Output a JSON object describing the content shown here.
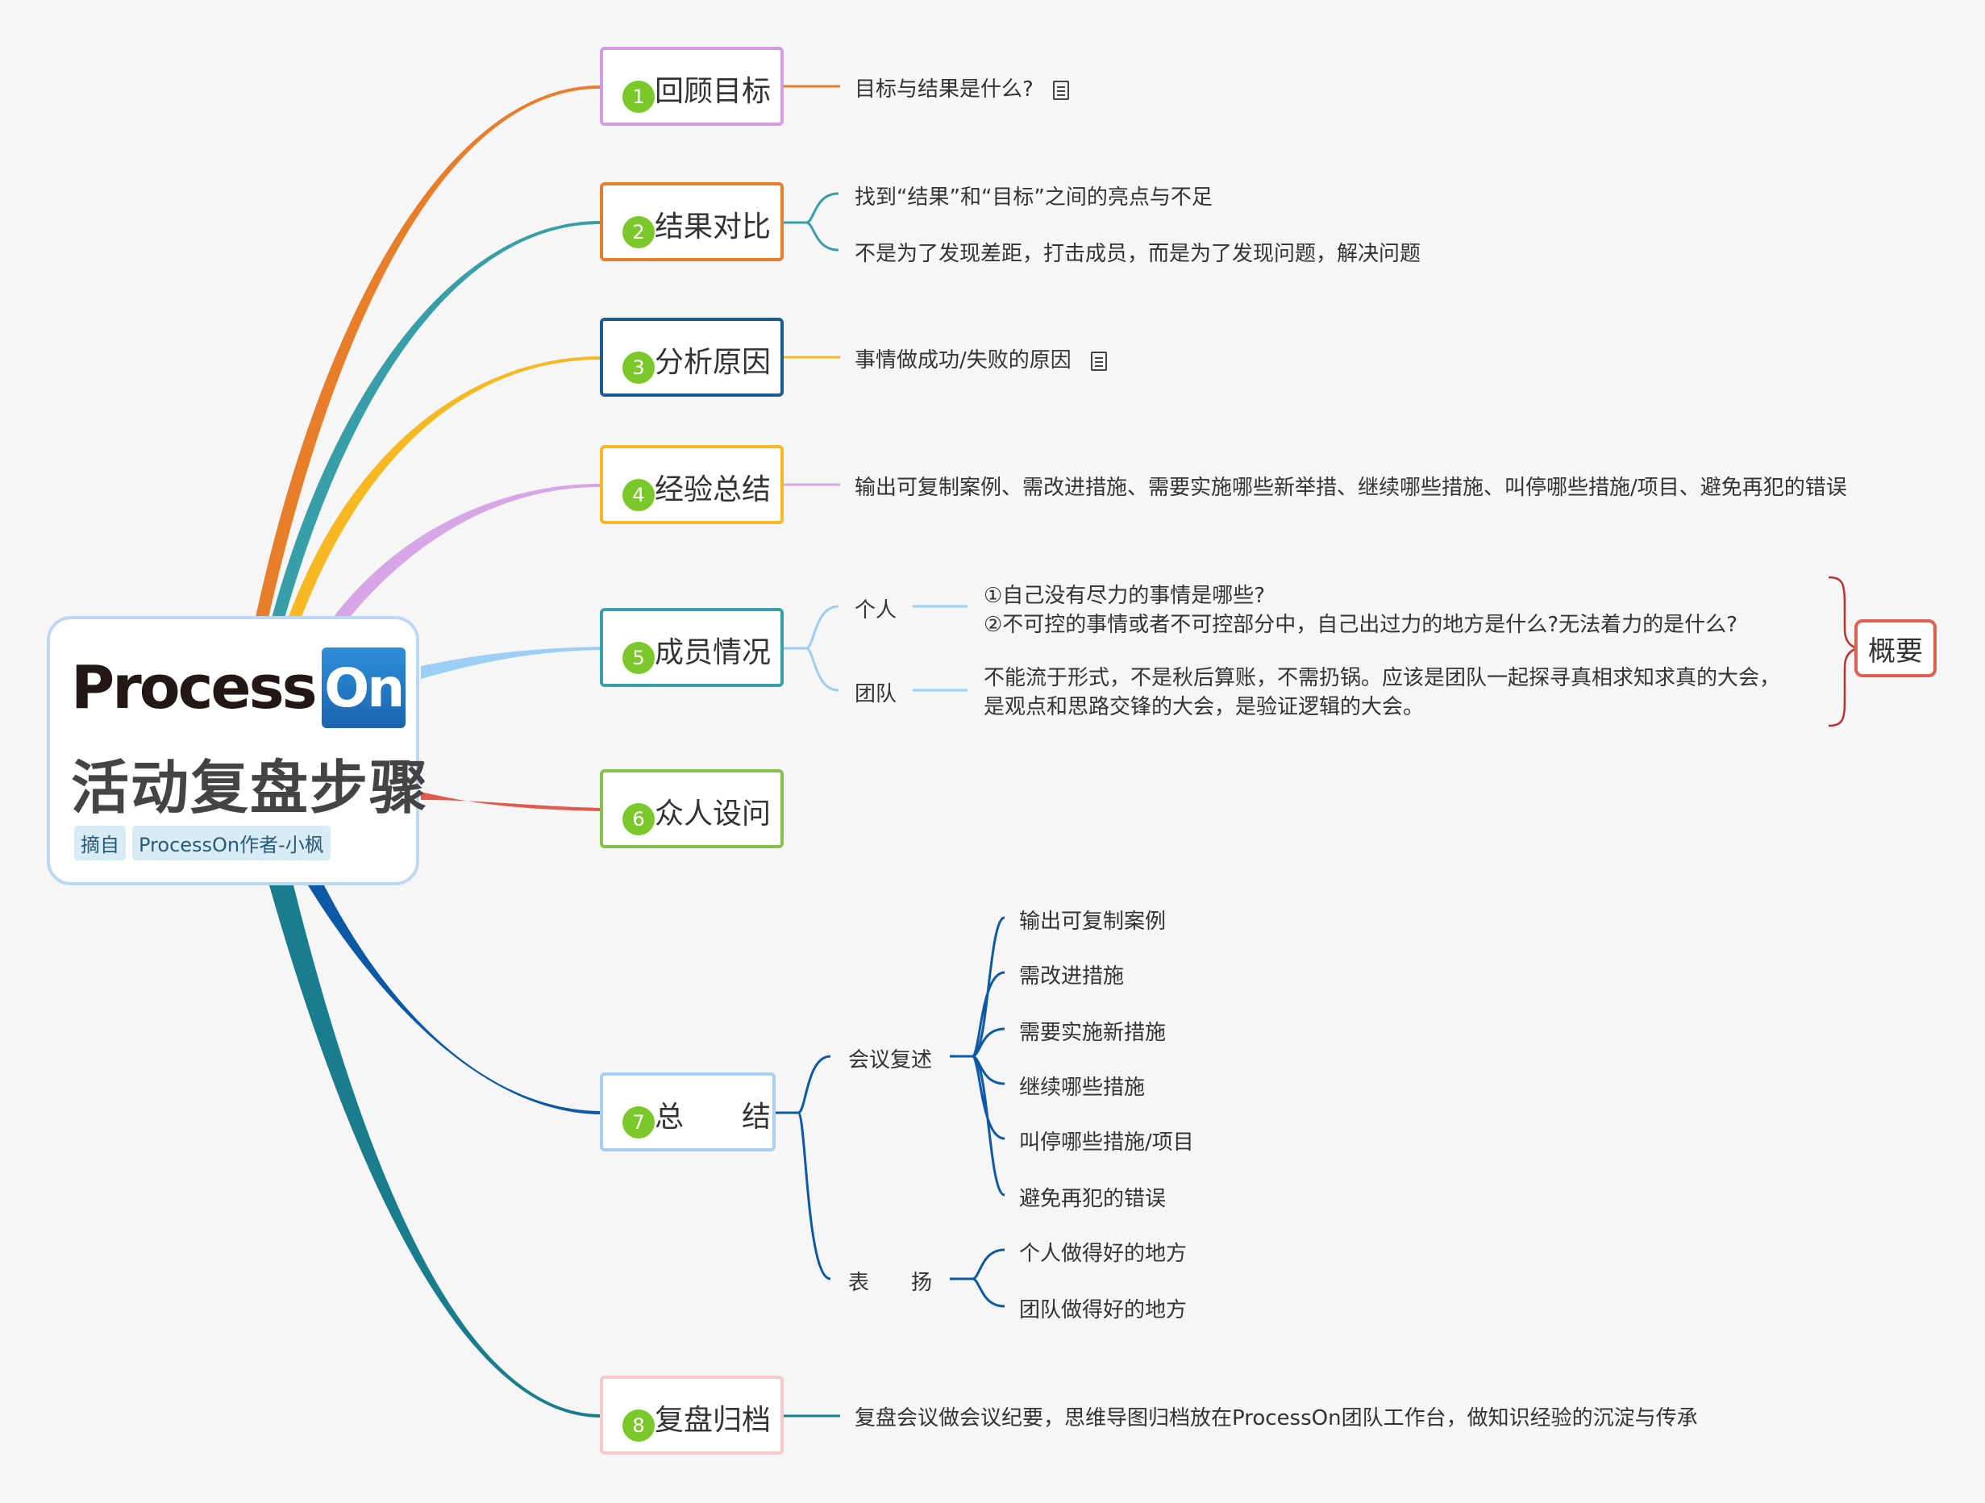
{
  "central": {
    "logo_process": "Process",
    "logo_on": "On",
    "title": "活动复盘步骤",
    "tag_from": "摘自",
    "tag_author": "ProcessOn作者-小枫"
  },
  "branches": [
    {
      "num": "1",
      "label": "回顾目标",
      "color": "#e87e2a",
      "border": "#d29be8",
      "detail": "目标与结果是什么?"
    },
    {
      "num": "2",
      "label": "结果对比",
      "color": "#389ea8",
      "border": "#e87e2a",
      "details": [
        "找到“结果”和“目标”之间的亮点与不足",
        "不是为了发现差距，打击成员，而是为了发现问题，解决问题"
      ]
    },
    {
      "num": "3",
      "label": "分析原因",
      "color": "#f7b822",
      "border": "#1c5a92",
      "detail": "事情做成功/失败的原因"
    },
    {
      "num": "4",
      "label": "经验总结",
      "color": "#d7a6e6",
      "border": "#f7b822",
      "detail": "输出可复制案例、需改进措施、需要实施哪些新举措、继续哪些措施、叫停哪些措施/项目、避免再犯的错误"
    },
    {
      "num": "5",
      "label": "成员情况",
      "color": "#9ccff5",
      "border": "#389ea8",
      "groups": [
        {
          "label": "个人",
          "lines": [
            "①自己没有尽力的事情是哪些?",
            "②不可控的事情或者不可控部分中，自己出过力的地方是什么?无法着力的是什么?"
          ]
        },
        {
          "label": "团队",
          "lines": [
            "不能流于形式，不是秋后算账，不需扔锅。应该是团队一起探寻真相求知求真的大会，",
            "是观点和思路交锋的大会，是验证逻辑的大会。"
          ]
        }
      ],
      "summary": "概要"
    },
    {
      "num": "6",
      "label": "众人设问",
      "color": "#e05a4e",
      "border": "#86c14a"
    },
    {
      "num": "7",
      "label": "总　　结",
      "color": "#0d59a5",
      "border": "#a8d0f5",
      "groups": [
        {
          "label": "会议复述",
          "items": [
            "输出可复制案例",
            "需改进措施",
            "需要实施新措施",
            "继续哪些措施",
            "叫停哪些措施/项目",
            "避免再犯的错误"
          ]
        },
        {
          "label": "表　　扬",
          "items": [
            "个人做得好的地方",
            "团队做得好的地方"
          ]
        }
      ]
    },
    {
      "num": "8",
      "label": "复盘归档",
      "color": "#1a7d8e",
      "border": "#f8c8c8",
      "detail": "复盘会议做会议纪要，思维导图归档放在ProcessOn团队工作台，做知识经验的沉淀与传承"
    }
  ]
}
